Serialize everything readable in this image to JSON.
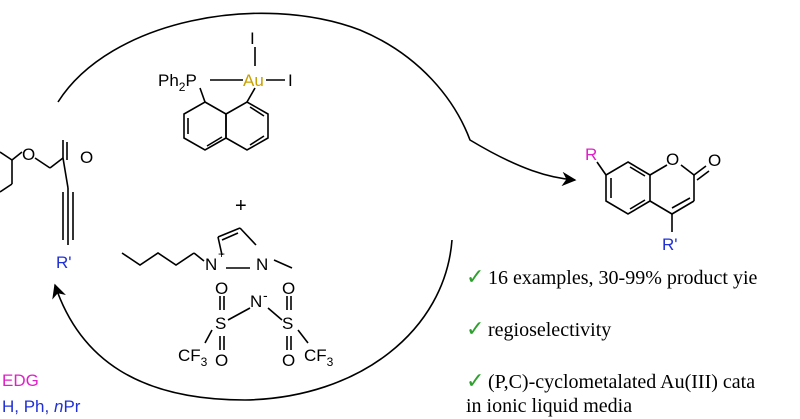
{
  "colors": {
    "substituent_magenta": "#e020c8",
    "substituent_blue": "#2030d8",
    "gold": "#c8a000",
    "check_green": "#2ea02e",
    "ink": "#000000"
  },
  "reactant": {
    "oxygen": "O",
    "carbonyl_oxygen": "O",
    "r_prime": "R'",
    "edg_label": "EDG",
    "r_prime_values": {
      "prefix": "H, Ph, ",
      "italic": "n",
      "suffix": "Pr"
    }
  },
  "catalyst": {
    "ph2p": "Ph",
    "ph2p_sub": "2",
    "p": "P",
    "au": "Au",
    "iodide_top": "I",
    "iodide_right": "I"
  },
  "plus": "+",
  "ionic_liquid": {
    "n_left": "N",
    "plus_charge": "+",
    "n_right": "N",
    "anion": {
      "s_left": "S",
      "s_right": "S",
      "n_minus": "N",
      "minus_charge": "-",
      "oxygens": [
        "O",
        "O",
        "O",
        "O"
      ],
      "cf3_left": "F",
      "cf3_left_sub": "3",
      "cf3_left_prefix": "C",
      "cf3_right": "F",
      "cf3_right_sub": "3",
      "cf3_right_prefix": "C"
    }
  },
  "product": {
    "r_label": "R",
    "ring_oxygen": "O",
    "carbonyl_oxygen": "O",
    "r_prime": "R'"
  },
  "bullets": [
    {
      "check": "✓",
      "text": "16 examples, 30-99% product yie"
    },
    {
      "check": "✓",
      "text": "regioselectivity"
    },
    {
      "check": "✓",
      "text": "(P,C)-cyclometalated  Au(III)  cata",
      "text2": "in ionic liquid media"
    }
  ]
}
